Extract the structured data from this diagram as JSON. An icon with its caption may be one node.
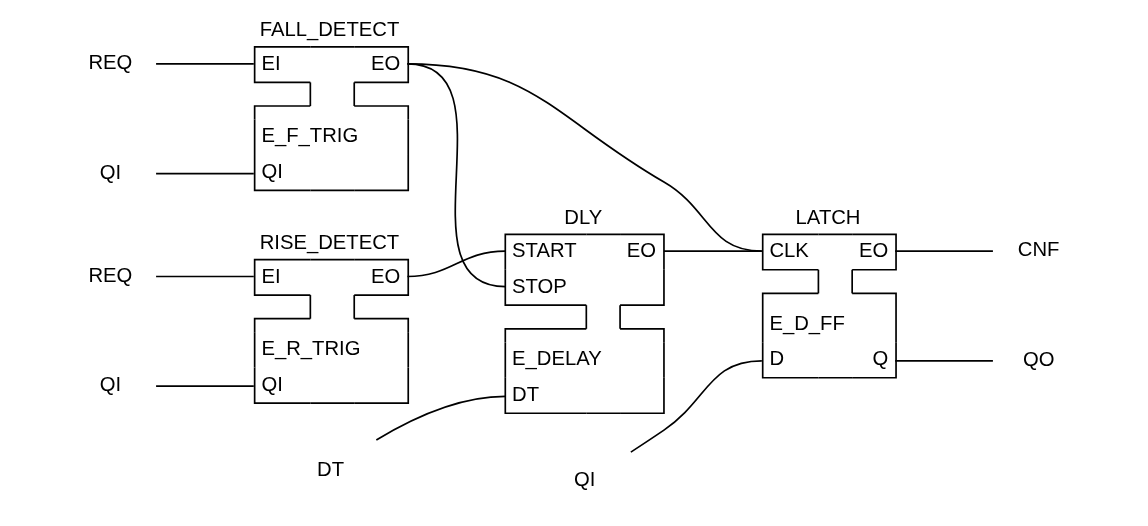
{
  "diagram": {
    "nodes": [
      {
        "text": [
          "RISE_DETECT",
          "EI",
          "EO",
          "E_R_TRIG",
          "QI"
        ]
      },
      {
        "text": [
          "DLY",
          "START",
          "EO",
          "STOP",
          "E_DELAY",
          "DT"
        ]
      },
      {
        "text": [
          "LATCH",
          "CLK",
          "EO",
          "E_D_FF",
          "D",
          "Q"
        ]
      },
      {
        "text": [
          "REQ"
        ]
      },
      {
        "text": [
          "CNF"
        ]
      },
      {
        "text": [
          "QI"
        ]
      },
      {
        "text": [
          "QO"
        ]
      },
      {
        "text": [
          "QI"
        ]
      },
      {
        "text": [
          "DT"
        ]
      },
      {
        "text": [
          "FALL_DETECT",
          "EI",
          "EO",
          "E_F_TRIG",
          "QI"
        ]
      },
      {
        "text": [
          "REQ"
        ]
      },
      {
        "text": [
          "QI"
        ]
      }
    ],
    "edges": [
      {
        "from": 3,
        "to": 0,
        "arrow": "none"
      },
      {
        "from": 0,
        "to": 1,
        "arrow": "none"
      },
      {
        "from": 9,
        "to": 1,
        "arrow": "none"
      },
      {
        "from": 1,
        "to": 2,
        "arrow": "none"
      },
      {
        "from": 9,
        "to": 2,
        "arrow": "none"
      },
      {
        "from": 2,
        "to": 4,
        "arrow": "none"
      },
      {
        "from": 5,
        "to": 2,
        "arrow": "none"
      },
      {
        "from": 2,
        "to": 6,
        "arrow": "none"
      },
      {
        "from": 7,
        "to": 0,
        "arrow": "none"
      },
      {
        "from": 8,
        "to": 1,
        "arrow": "none"
      },
      {
        "from": 10,
        "to": 9,
        "arrow": "none"
      },
      {
        "from": 11,
        "to": 9,
        "arrow": "none"
      }
    ]
  }
}
